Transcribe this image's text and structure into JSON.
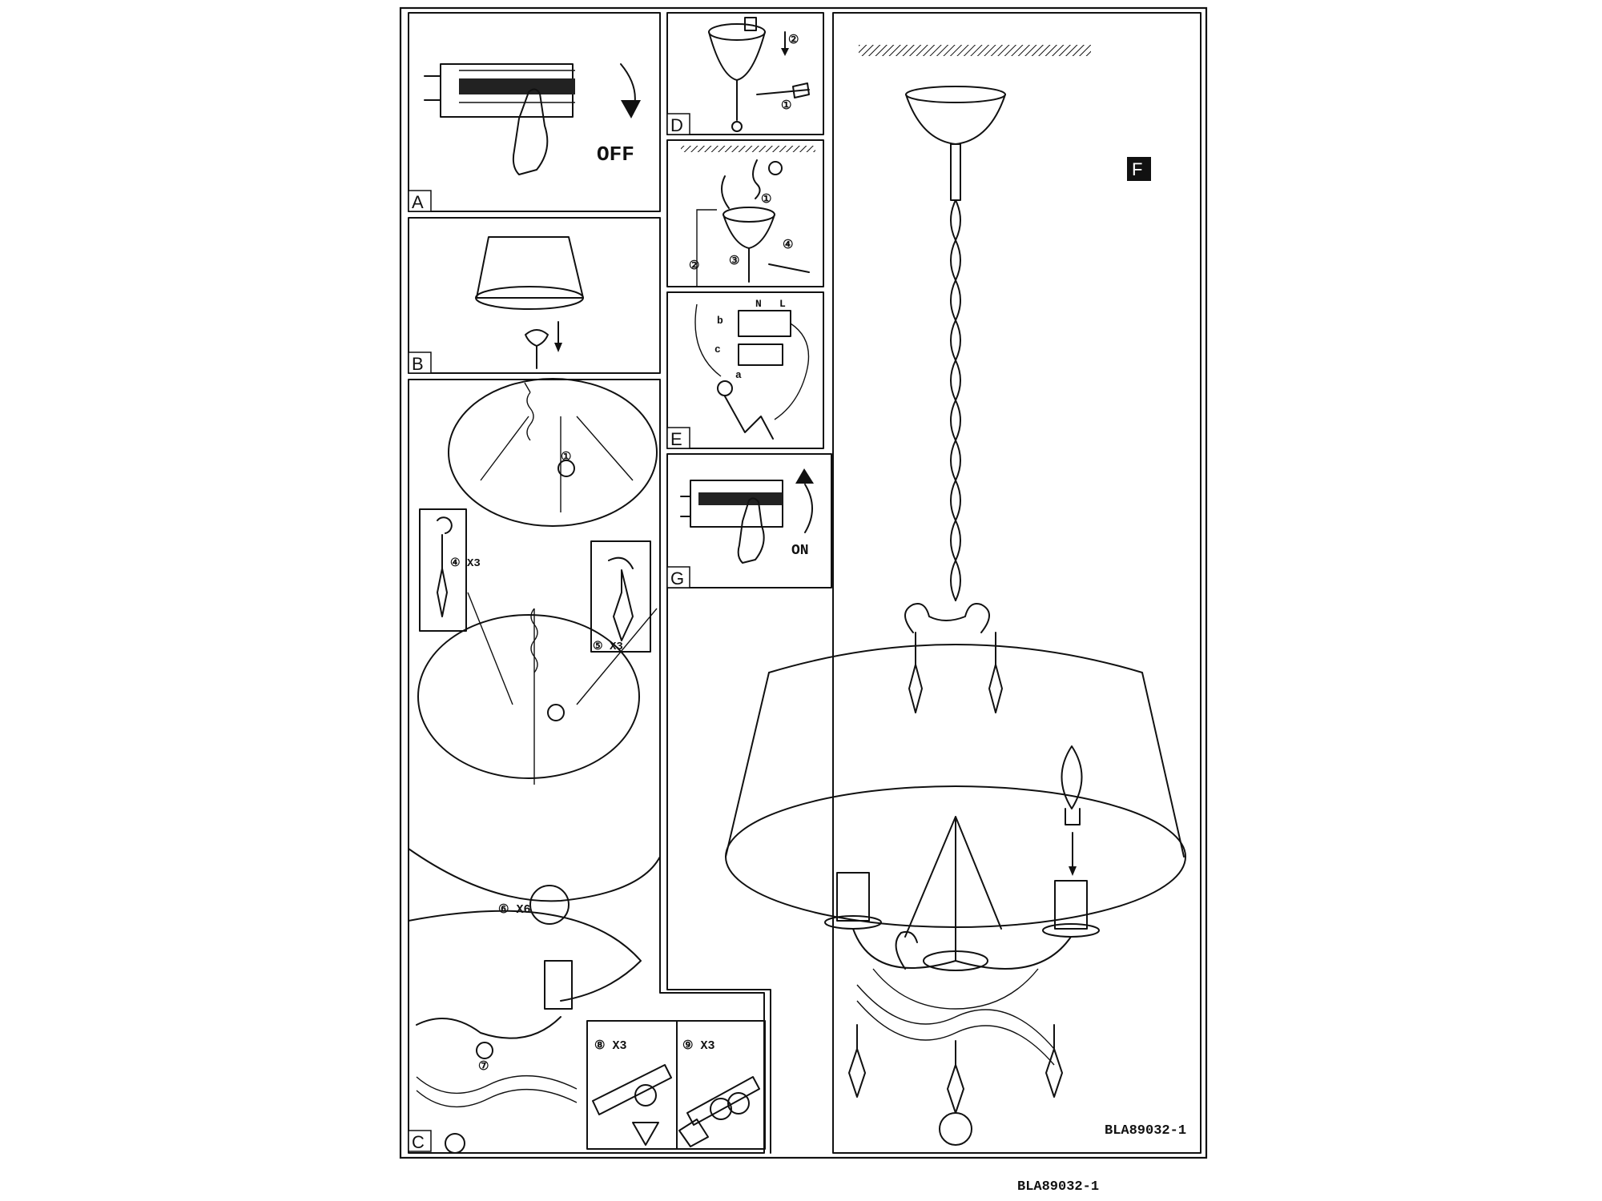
{
  "panels": {
    "a": {
      "letter": "A",
      "label": "OFF"
    },
    "b": {
      "letter": "B"
    },
    "c": {
      "letter": "C",
      "step4": "④ X3",
      "step5": "⑤ X3",
      "step6": "⑥ X6",
      "step7": "⑦",
      "step8": "⑧ X3",
      "step9": "⑨ X3"
    },
    "d": {
      "letter": "D",
      "step1": "①",
      "step2": "②"
    },
    "e": {
      "letter": "E",
      "step1": "①",
      "step2": "②",
      "step3": "③",
      "step4": "④",
      "n": "N",
      "l": "L",
      "a": "a",
      "b": "b",
      "c": "c"
    },
    "f": {
      "letter": "F"
    },
    "g": {
      "letter": "G",
      "label": "ON"
    }
  },
  "inner_code": "BLA89032-1",
  "page_code": "BLA89032-1"
}
